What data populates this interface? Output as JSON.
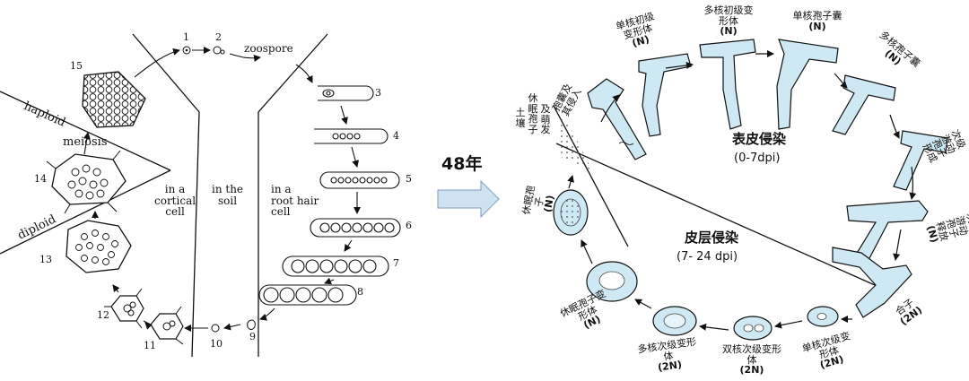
{
  "left_diagram": {
    "haploid": "haploid",
    "diploid": "diploid",
    "meiosis": "meiosis",
    "zoospore": "zoospore",
    "cortical_1": "in a",
    "cortical_2": "cortical",
    "cortical_3": "cell",
    "soil_1": "in the",
    "soil_2": "soil",
    "roothair_1": "in a",
    "roothair_2": "root hair",
    "roothair_3": "cell",
    "stages": [
      "1",
      "2",
      "3",
      "4",
      "5",
      "6",
      "7",
      "8",
      "9",
      "10",
      "11",
      "12",
      "13",
      "14",
      "15"
    ]
  },
  "middle": {
    "arrow_label": "48年"
  },
  "right_diagram": {
    "epidermal_title": "表皮侵染",
    "epidermal_dpi": "(0-7dpi)",
    "cortical_title": "皮层侵染",
    "cortical_dpi": "(7- 24 dpi)",
    "soil_vertical_1": "土壤",
    "soil_vertical_2": "休眠孢子",
    "soil_vertical_3": "及萌发",
    "stage_labels": {
      "sporangium_invasion": "孢囊及其侵入",
      "uni_primary": "单核初级变形体",
      "uni_primary_n": "(N)",
      "multi_primary": "多核初级变形体",
      "multi_primary_n": "(N)",
      "uni_sporangium": "单核孢子囊",
      "uni_sporangium_n": "(N)",
      "multi_sporangium": "多核孢子囊",
      "multi_sporangium_n": "(N)",
      "secondary_zoospore_form": "次级游动孢子形成",
      "secondary_zoospore_release": "次级游动孢子释放",
      "n_tag": "(N)",
      "zygote": "合子",
      "zygote_n": "(2N)",
      "uni_secondary": "单核次级变形体",
      "uni_secondary_n": "(2N)",
      "bi_secondary": "双核次级变形体",
      "bi_secondary_n": "(2N)",
      "multi_secondary": "多核次级变形体",
      "multi_secondary_n": "(2N)",
      "resting_plasmodium": "休眠孢子变形体",
      "resting_plasmodium_n": "(N)",
      "resting_spore": "休眠孢子",
      "resting_spore_n": "(N)"
    }
  },
  "colors": {
    "cell_fill": "#cfe9f4",
    "ink": "#111111",
    "arrow_fill": "#cfe2f1"
  }
}
